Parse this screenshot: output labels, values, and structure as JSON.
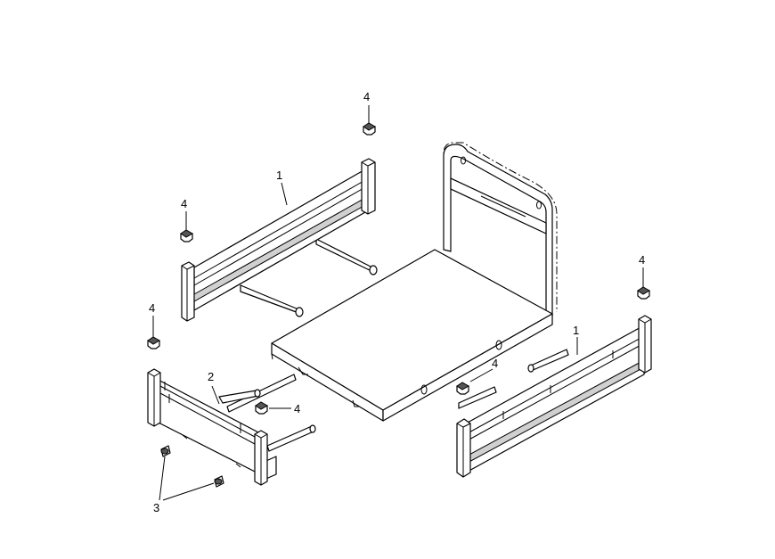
{
  "callouts": {
    "side_rail_top": "1",
    "side_rail_right": "1",
    "foot_end": "2",
    "screws": "3",
    "cap_top_right": "4",
    "cap_top_left": "4",
    "cap_left_end": "4",
    "cap_foot_end": "4",
    "cap_right_end": "4",
    "cap_right_rail": "4"
  }
}
